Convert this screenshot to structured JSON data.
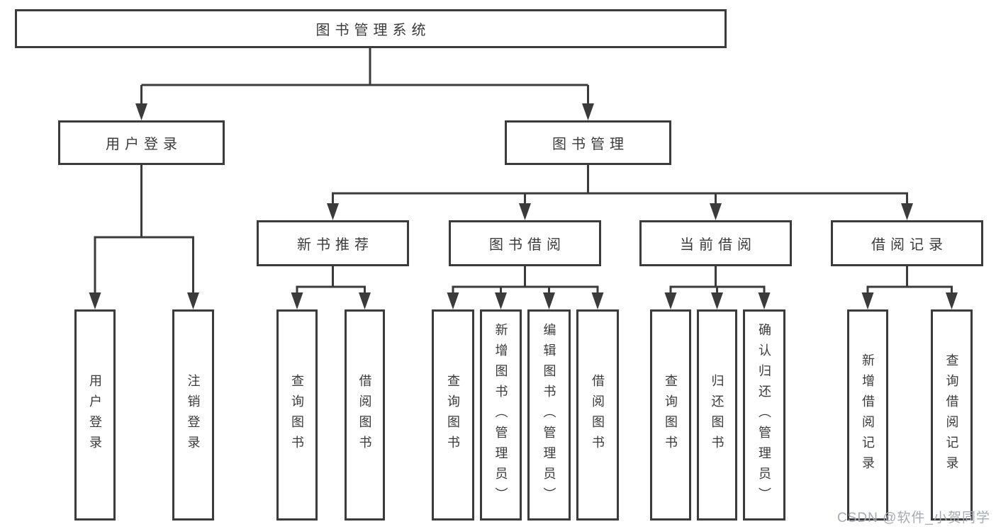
{
  "tree": {
    "label": "图书管理系统",
    "children": [
      {
        "label": "用户登录",
        "children": [
          {
            "label": "用户登录"
          },
          {
            "label": "注销登录"
          }
        ]
      },
      {
        "label": "图书管理",
        "children": [
          {
            "label": "新书推荐",
            "children": [
              {
                "label": "查询图书"
              },
              {
                "label": "借阅图书"
              }
            ]
          },
          {
            "label": "图书借阅",
            "children": [
              {
                "label": "查询图书"
              },
              {
                "label": "新增图书（管理员）"
              },
              {
                "label": "编辑图书（管理员）"
              },
              {
                "label": "借阅图书"
              }
            ]
          },
          {
            "label": "当前借阅",
            "children": [
              {
                "label": "查询图书"
              },
              {
                "label": "归还图书"
              },
              {
                "label": "确认归还（管理员）"
              }
            ]
          },
          {
            "label": "借阅记录",
            "children": [
              {
                "label": "新增借阅记录"
              },
              {
                "label": "查询借阅记录"
              }
            ]
          }
        ]
      }
    ]
  },
  "watermark": {
    "text": "CSDN @软件_小贺同学"
  },
  "colors": {
    "line": "#3b3b3b",
    "text": "#3b3b3b",
    "box_background": "#ffffff",
    "page_background": "#ffffff",
    "watermark": "#a3abb3"
  }
}
